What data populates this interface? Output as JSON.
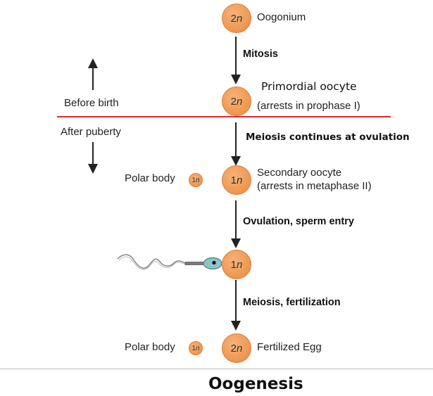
{
  "diagram": {
    "cells": {
      "oogonium": {
        "ploidy_num": "2",
        "label": "Oogonium"
      },
      "primordial": {
        "ploidy_num": "2",
        "label": "Primordial oocyte",
        "note": "(arrests in prophase I)"
      },
      "secondary": {
        "ploidy_num": "1",
        "label": "Secondary oocyte",
        "note": "(arrests in metaphase II)"
      },
      "fertilized_ovum": {
        "ploidy_num": "1"
      },
      "egg": {
        "ploidy_num": "2",
        "label": "Fertilized Egg"
      }
    },
    "ploidy_letter": "n",
    "polar_bodies": [
      {
        "label": "Polar body",
        "ploidy_num": "1"
      },
      {
        "label": "Polar body",
        "ploidy_num": "1"
      }
    ],
    "steps": {
      "mitosis": "Mitosis",
      "meiosis_continues": "Meiosis continues at ovulation",
      "ovulation": "Ovulation, sperm entry",
      "meiosis_fertilization": "Meiosis, fertilization"
    },
    "timeline": {
      "before": "Before birth",
      "after": "After puberty"
    },
    "divider_color": "#e0282e",
    "cell_color": "#f09a55"
  },
  "caption": "Oogenesis"
}
